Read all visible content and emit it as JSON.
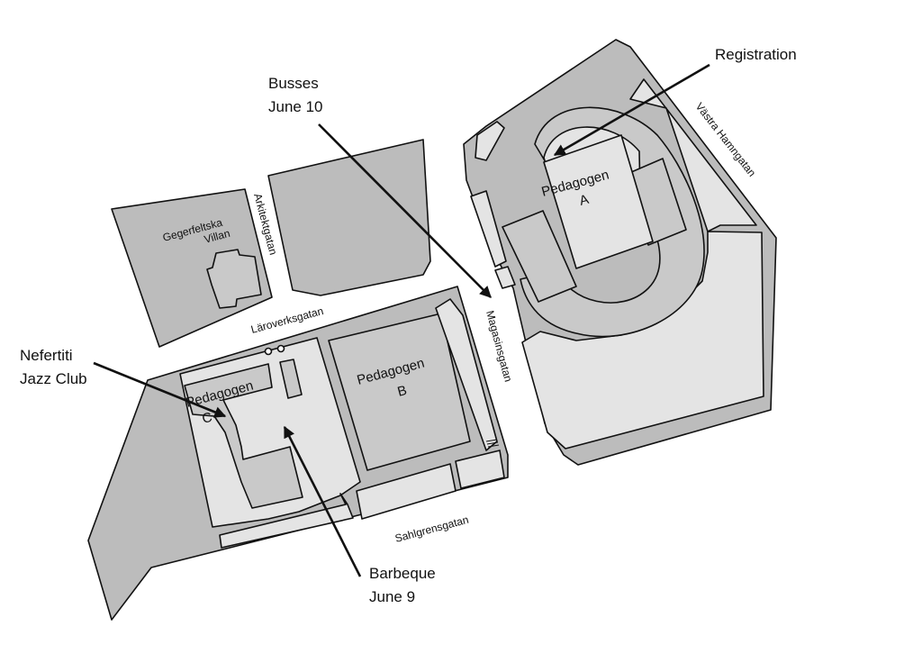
{
  "callouts": {
    "registration": "Registration",
    "busses_line1": "Busses",
    "busses_line2": "June 10",
    "nefertiti_line1": "Nefertiti",
    "nefertiti_line2": "Jazz Club",
    "barbeque_line1": "Barbeque",
    "barbeque_line2": "June 9"
  },
  "buildings": {
    "pedagogen_a_line1": "Pedagogen",
    "pedagogen_a_line2": "A",
    "pedagogen_b_line1": "Pedagogen",
    "pedagogen_b_line2": "B",
    "pedagogen_c_line1": "Pedagogen",
    "pedagogen_c_line2": "C",
    "gegerfeltska_line1": "Gegerfeltska",
    "gegerfeltska_line2": "Villan"
  },
  "streets": {
    "arkitektgatan": "Arkitektgatan",
    "laroverksgatan": "Läroverksgatan",
    "magasinsgatan": "Magasinsgatan",
    "sahlgrensgatan": "Sahlgrensgatan",
    "vastra_hamngatan": "Västra Hamngatan"
  },
  "colors": {
    "block": "#bcbcbc",
    "courtyard": "#e4e4e4",
    "outline": "#111111"
  }
}
